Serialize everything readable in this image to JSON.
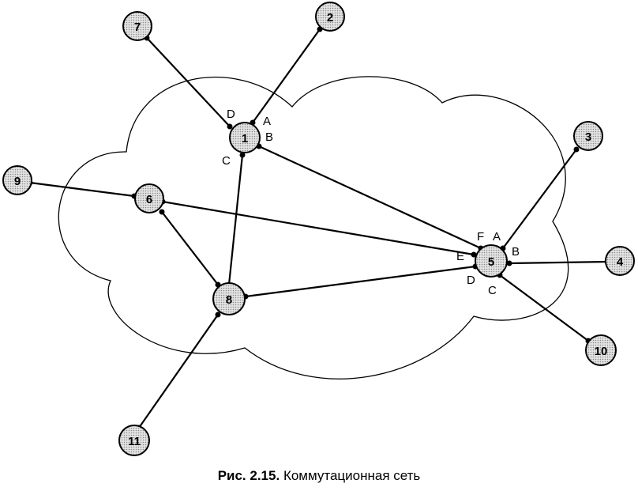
{
  "nodes": {
    "n1": "1",
    "n2": "2",
    "n3": "3",
    "n4": "4",
    "n5": "5",
    "n6": "6",
    "n7": "7",
    "n8": "8",
    "n9": "9",
    "n10": "10",
    "n11": "11"
  },
  "ports": {
    "n1_A": "A",
    "n1_B": "B",
    "n1_C": "C",
    "n1_D": "D",
    "n5_A": "A",
    "n5_B": "B",
    "n5_C": "C",
    "n5_D": "D",
    "n5_E": "E",
    "n5_F": "F"
  },
  "caption": {
    "figure": "Рис. 2.15.",
    "text": "Коммутационная сеть"
  }
}
